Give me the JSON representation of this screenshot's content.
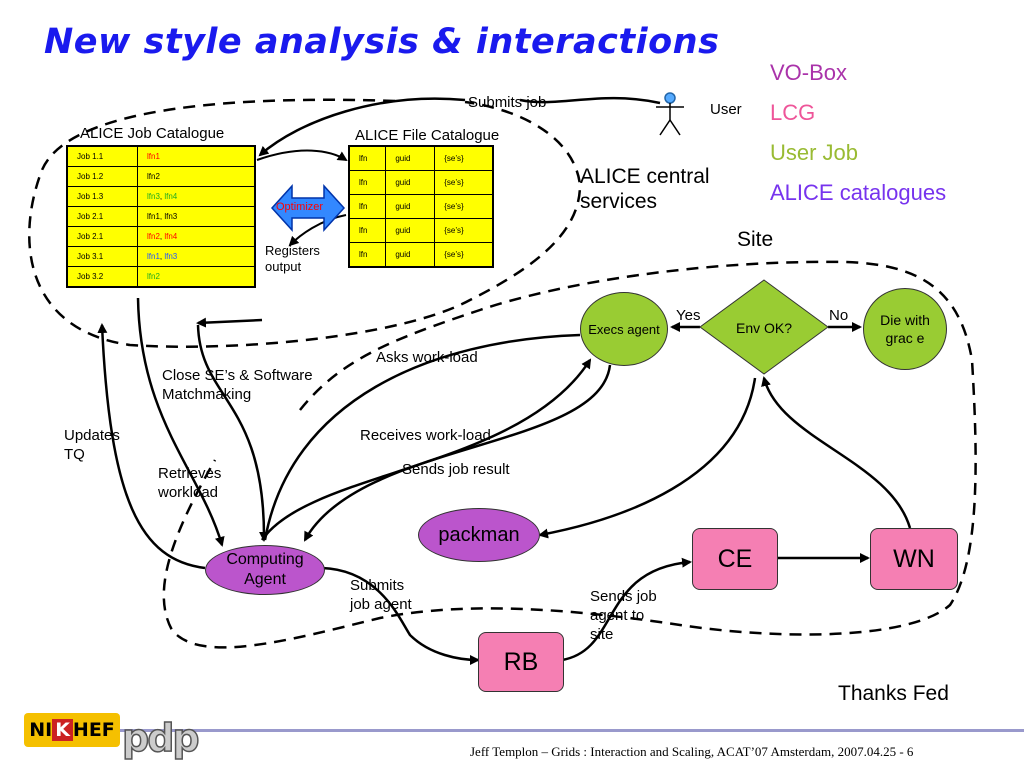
{
  "title": "New style analysis & interactions",
  "legend": [
    {
      "text": "VO-Box",
      "color": "#aa33aa"
    },
    {
      "text": "LCG",
      "color": "#ee5599"
    },
    {
      "text": "User Job",
      "color": "#99bb33"
    },
    {
      "text": "ALICE catalogues",
      "color": "#7733ee"
    }
  ],
  "labels": {
    "submits_job": "Submits job",
    "user": "User",
    "job_catalogue": "ALICE Job Catalogue",
    "file_catalogue": "ALICE File Catalogue",
    "optimizer": "Optimizer",
    "registers_output_1": "Registers",
    "registers_output_2": "output",
    "central_services_1": "ALICE central",
    "central_services_2": "services",
    "site": "Site",
    "yes": "Yes",
    "no": "No",
    "asks_workload": "Asks work-load",
    "close_se_1": "Close SE’s & Software",
    "close_se_2": "Matchmaking",
    "updates_tq_1": "Updates",
    "updates_tq_2": "TQ",
    "receives_workload": "Receives work-load",
    "sends_job_result": "Sends job result",
    "retrieves_1": "Retrieves",
    "retrieves_2": "workload",
    "submits_agent_1": "Submits",
    "submits_agent_2": "job agent",
    "sends_agent_1": "Sends job",
    "sends_agent_2": "agent to",
    "sends_agent_3": "site"
  },
  "nodes": {
    "execs_agent": "Execs agent",
    "env_ok": "Env OK?",
    "die": "Die with grac e",
    "packman": "packman",
    "computing_agent": "Computing Agent",
    "ce": "CE",
    "wn": "WN",
    "rb": "RB"
  },
  "job_catalogue": [
    {
      "job": "Job 1.1",
      "lfns": [
        {
          "t": "lfn1",
          "c": "#ff0000"
        }
      ]
    },
    {
      "job": "Job 1.2",
      "lfns": [
        {
          "t": "lfn2",
          "c": "#000000"
        }
      ]
    },
    {
      "job": "Job 1.3",
      "lfns": [
        {
          "t": "lfn3",
          "c": "#22aa22"
        },
        {
          "t": "lfn4",
          "c": "#22aa22"
        }
      ]
    },
    {
      "job": "Job 2.1",
      "lfns": [
        {
          "t": "lfn1",
          "c": "#000000"
        },
        {
          "t": "lfn3",
          "c": "#000000"
        }
      ]
    },
    {
      "job": "Job 2.1",
      "lfns": [
        {
          "t": "lfn2",
          "c": "#ff0000"
        },
        {
          "t": "lfn4",
          "c": "#ff0000"
        }
      ]
    },
    {
      "job": "Job 3.1",
      "lfns": [
        {
          "t": "lfn1",
          "c": "#2255ff"
        },
        {
          "t": "lfn3",
          "c": "#2255ff"
        }
      ]
    },
    {
      "job": "Job 3.2",
      "lfns": [
        {
          "t": "lfn2",
          "c": "#22aa22"
        }
      ]
    }
  ],
  "file_catalogue": [
    [
      "lfn",
      "guid",
      "{se’s}"
    ],
    [
      "lfn",
      "guid",
      "{se’s}"
    ],
    [
      "lfn",
      "guid",
      "{se’s}"
    ],
    [
      "lfn",
      "guid",
      "{se’s}"
    ],
    [
      "lfn",
      "guid",
      "{se’s}"
    ]
  ],
  "footer": "Jeff Templon  –  Grids : Interaction and Scaling, ACAT’07 Amsterdam, 2007.04.25  -  6",
  "thanks": "Thanks Fed",
  "logos": {
    "nikhef_a": "NI",
    "nikhef_k": "K",
    "nikhef_b": "HEF",
    "pdp": "pdp"
  }
}
